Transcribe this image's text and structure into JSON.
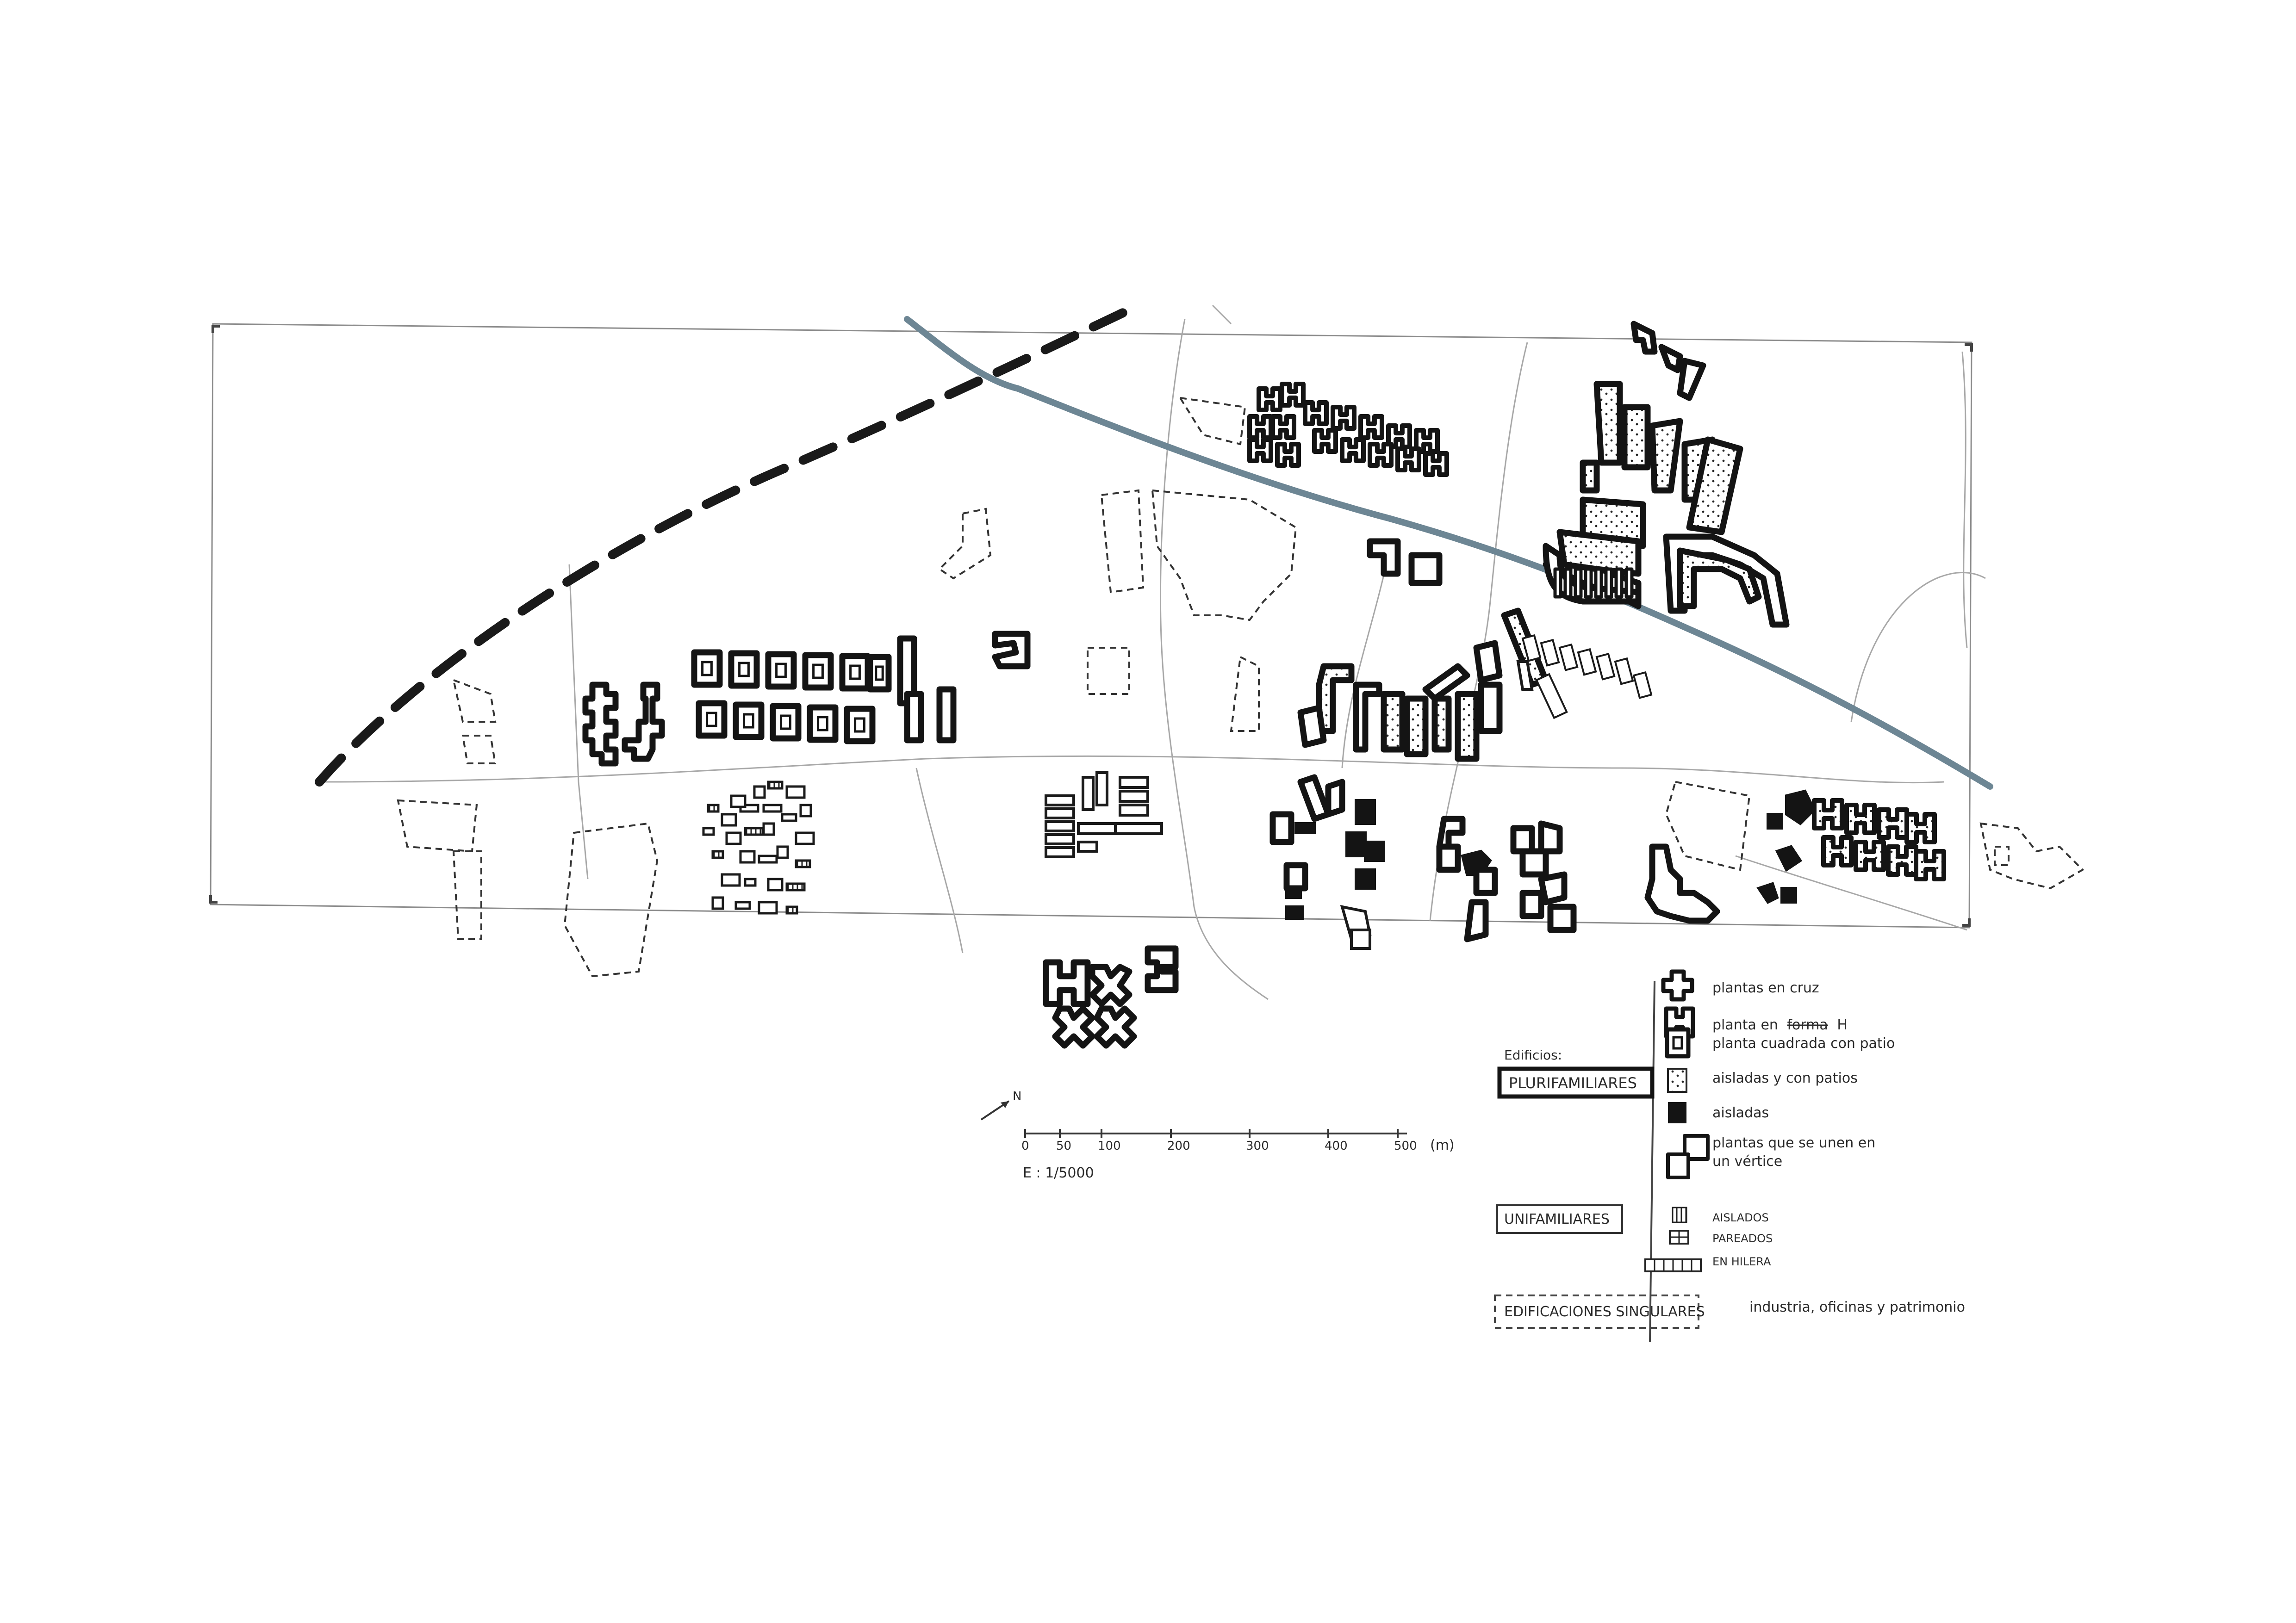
{
  "colors": {
    "river": "#6d8694",
    "railway": "#1a1a1a",
    "building_outline": "#141414",
    "street": "#a8a8a8",
    "frame": "#8c8c8c"
  },
  "north_label": "N",
  "scale": {
    "ticks": [
      "0",
      "50",
      "100",
      "200",
      "300",
      "400",
      "500"
    ],
    "unit": "(m)",
    "ratio": "E : 1/5000"
  },
  "legend": {
    "heading": "Edificios:",
    "plurifamiliares": {
      "label": "PLURIFAMILIARES",
      "items": [
        {
          "icon": "cross-plan-icon",
          "text": "plantas en cruz"
        },
        {
          "icon": "h-plan-icon",
          "text_struck": "forma",
          "text_before": "planta en",
          "text_after": "H"
        },
        {
          "icon": "square-courtyard-icon",
          "text": "planta cuadrada con patio"
        },
        {
          "icon": "isolated-courtyard-icon",
          "text": "aisladas y con patios"
        },
        {
          "icon": "isolated-solid-icon",
          "text": "aisladas"
        },
        {
          "icon": "vertex-joined-icon",
          "text_line1": "plantas que se unen en",
          "text_line2": "un vértice"
        }
      ]
    },
    "unifamiliares": {
      "label": "UNIFAMILIARES",
      "items": [
        {
          "icon": "detached-house-icon",
          "text": "AISLADOS"
        },
        {
          "icon": "semidetached-house-icon",
          "text": "PAREADOS"
        },
        {
          "icon": "row-house-icon",
          "text": "EN HILERA"
        }
      ]
    },
    "singulares": {
      "label": "EDIFICACIONES SINGULARES",
      "description": "industria, oficinas y patrimonio"
    }
  }
}
